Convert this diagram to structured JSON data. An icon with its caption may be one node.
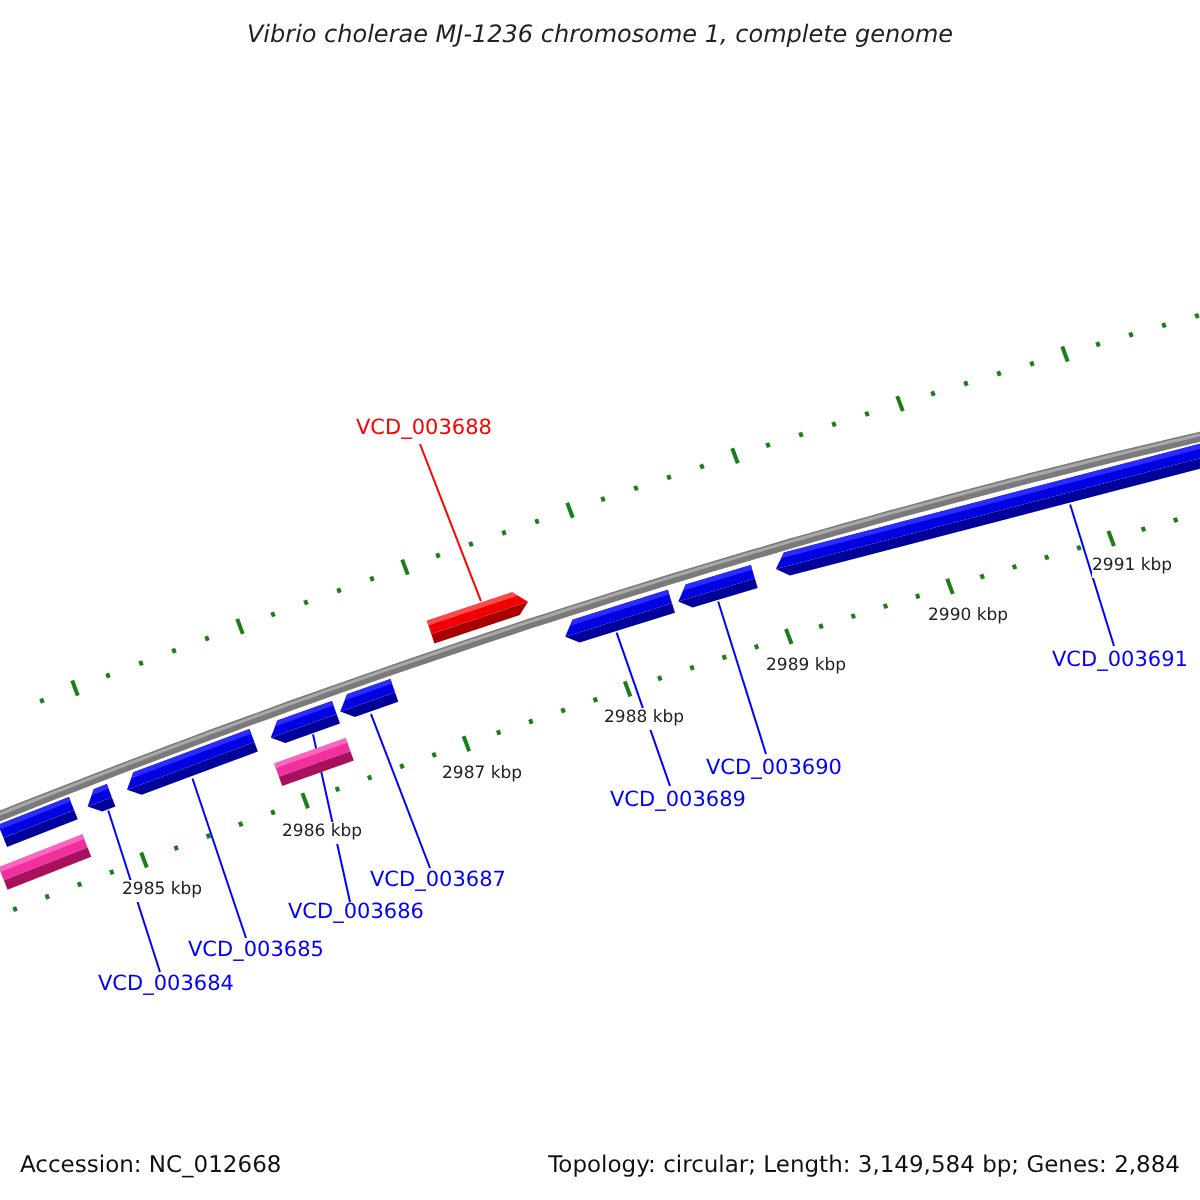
{
  "diagram": {
    "title": "Vibrio cholerae MJ-1236 chromosome 1, complete genome",
    "nodes": [
      {
        "text": [
          "VCD_003688"
        ]
      },
      {
        "text": [
          "VCD_003684"
        ]
      },
      {
        "text": [
          "VCD_003685"
        ]
      },
      {
        "text": [
          "VCD_003686"
        ]
      },
      {
        "text": [
          "VCD_003687"
        ]
      },
      {
        "text": [
          "VCD_003689"
        ]
      },
      {
        "text": [
          "VCD_003690"
        ]
      },
      {
        "text": [
          "VCD_003691"
        ]
      },
      {
        "text": [],
        "shape": "bar"
      },
      {
        "text": [],
        "shape": "bar"
      },
      {
        "text": [],
        "shape": "bar"
      },
      {
        "text": [],
        "shape": "bar"
      },
      {
        "text": [],
        "shape": "bar"
      },
      {
        "text": [],
        "shape": "bar"
      },
      {
        "text": [],
        "shape": "bar"
      },
      {
        "text": [],
        "shape": "bar"
      },
      {
        "text": [],
        "shape": "bar"
      },
      {
        "text": [],
        "shape": "bar"
      },
      {
        "text": [],
        "shape": "bar"
      }
    ],
    "edges": [
      {
        "from": 0,
        "to": 15,
        "arrow": "none",
        "color": "#ff0000"
      },
      {
        "from": 1,
        "to": 10,
        "arrow": "none"
      },
      {
        "from": 2,
        "to": 11,
        "arrow": "none"
      },
      {
        "from": 3,
        "to": 12,
        "arrow": "none"
      },
      {
        "from": 4,
        "to": 14,
        "arrow": "none"
      },
      {
        "from": 5,
        "to": 16,
        "arrow": "none"
      },
      {
        "from": 6,
        "to": 17,
        "arrow": "none"
      },
      {
        "from": 7,
        "to": 18,
        "arrow": "none"
      }
    ],
    "labels": [
      "2991 kbp",
      "2990 kbp",
      "2989 kbp",
      "2988 kbp",
      "2987 kbp",
      "2986 kbp",
      "2985 kbp",
      "Accession: NC_012668",
      "Topology: circular; Length: 3,149,584 bp; Genes: 2,884"
    ]
  }
}
